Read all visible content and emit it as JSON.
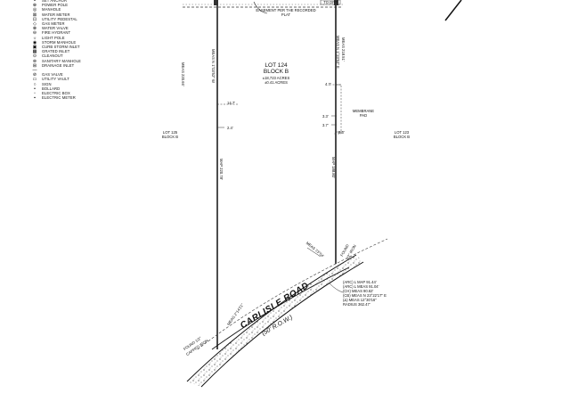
{
  "legend": [
    {
      "symbol": "•",
      "label": "SET ANCHOR"
    },
    {
      "symbol": "⊕",
      "label": "POWER POLE"
    },
    {
      "symbol": "◎",
      "label": "MANHOLE"
    },
    {
      "symbol": "⊠",
      "label": "WATER METER"
    },
    {
      "symbol": "⊡",
      "label": "UTILITY PEDESTAL"
    },
    {
      "symbol": "◇",
      "label": "GAS METER"
    },
    {
      "symbol": "⊗",
      "label": "WATER VALVE"
    },
    {
      "symbol": "⊖",
      "label": "FIRE HYDRANT"
    },
    {
      "symbol": "☼",
      "label": "LIGHT POLE"
    },
    {
      "symbol": "◉",
      "label": "STORM MANHOLE"
    },
    {
      "symbol": "▣",
      "label": "CURB STORM INLET"
    },
    {
      "symbol": "▦",
      "label": "GRATED INLET"
    },
    {
      "symbol": "⊙",
      "label": "CLEANOUT"
    },
    {
      "symbol": "⊜",
      "label": "SANITARY MANHOLE"
    },
    {
      "symbol": "⊞",
      "label": "DRAINAGE INLET"
    },
    {
      "symbol": "—",
      "label": ""
    },
    {
      "symbol": "⊘",
      "label": "GAS VALVE"
    },
    {
      "symbol": "▭",
      "label": "UTILITY VAULT"
    },
    {
      "symbol": "○",
      "label": "SIGN"
    },
    {
      "symbol": "•",
      "label": "BOLLARD"
    },
    {
      "symbol": "▫",
      "label": "ELECTRIC BOX"
    },
    {
      "symbol": "▪",
      "label": "ELECTRIC METER"
    }
  ],
  "plat": {
    "easement_note": "EASEMENT PER THE RECORDED PLAT",
    "top_tag": "TO DRT",
    "lot_title": "LOT 124",
    "block_title": "BLOCK B",
    "area_1": "±18,723 ACRES",
    "area_2": "±0.41 ACRES",
    "lot_left_1": "LOT 125",
    "lot_left_2": "BLOCK B",
    "lot_right_1": "LOT 123",
    "lot_right_2": "BLOCK B",
    "left_meas": "MEAS 220.66'",
    "left_bearing": "MEAS N 1°03'52\" W",
    "left_map": "MAP 220.78'",
    "right_meas": "MEAS 218.51'",
    "right_bearing": "MEAS N 1°23'53\" E",
    "right_map": "MAP 188.80'",
    "dim_14_7": "14.7'",
    "dim_2_4": "2.4'",
    "dim_4_7": "4.7'",
    "dim_3_3": "3.3'",
    "dim_3_7": "3.7'",
    "dim_6_3": "6.3'",
    "membrane": "MEMBRANE PAD",
    "meas_angle": "MEAS 73°54'",
    "road_name": "CARLISLE ROAD",
    "row": "(50' R.O.W.)",
    "curve": [
      "(ARC) L MAP 91.44'",
      "(ARC) L MEAS 91.04'",
      "(CH) MEAS 90.62'",
      "(CB) MEAS N 23°22'17\" E",
      "(Δ) MEAS 12°30'16\"",
      "RADIUS 362.47'"
    ],
    "curve_left_1": "FOUND 1/2\"",
    "curve_left_2": "CAPPED IRON",
    "curve_meas": "MEAS 2°14'21\"",
    "ftr_1": "FOUND",
    "ftr_2": "1/2\" IRON"
  }
}
